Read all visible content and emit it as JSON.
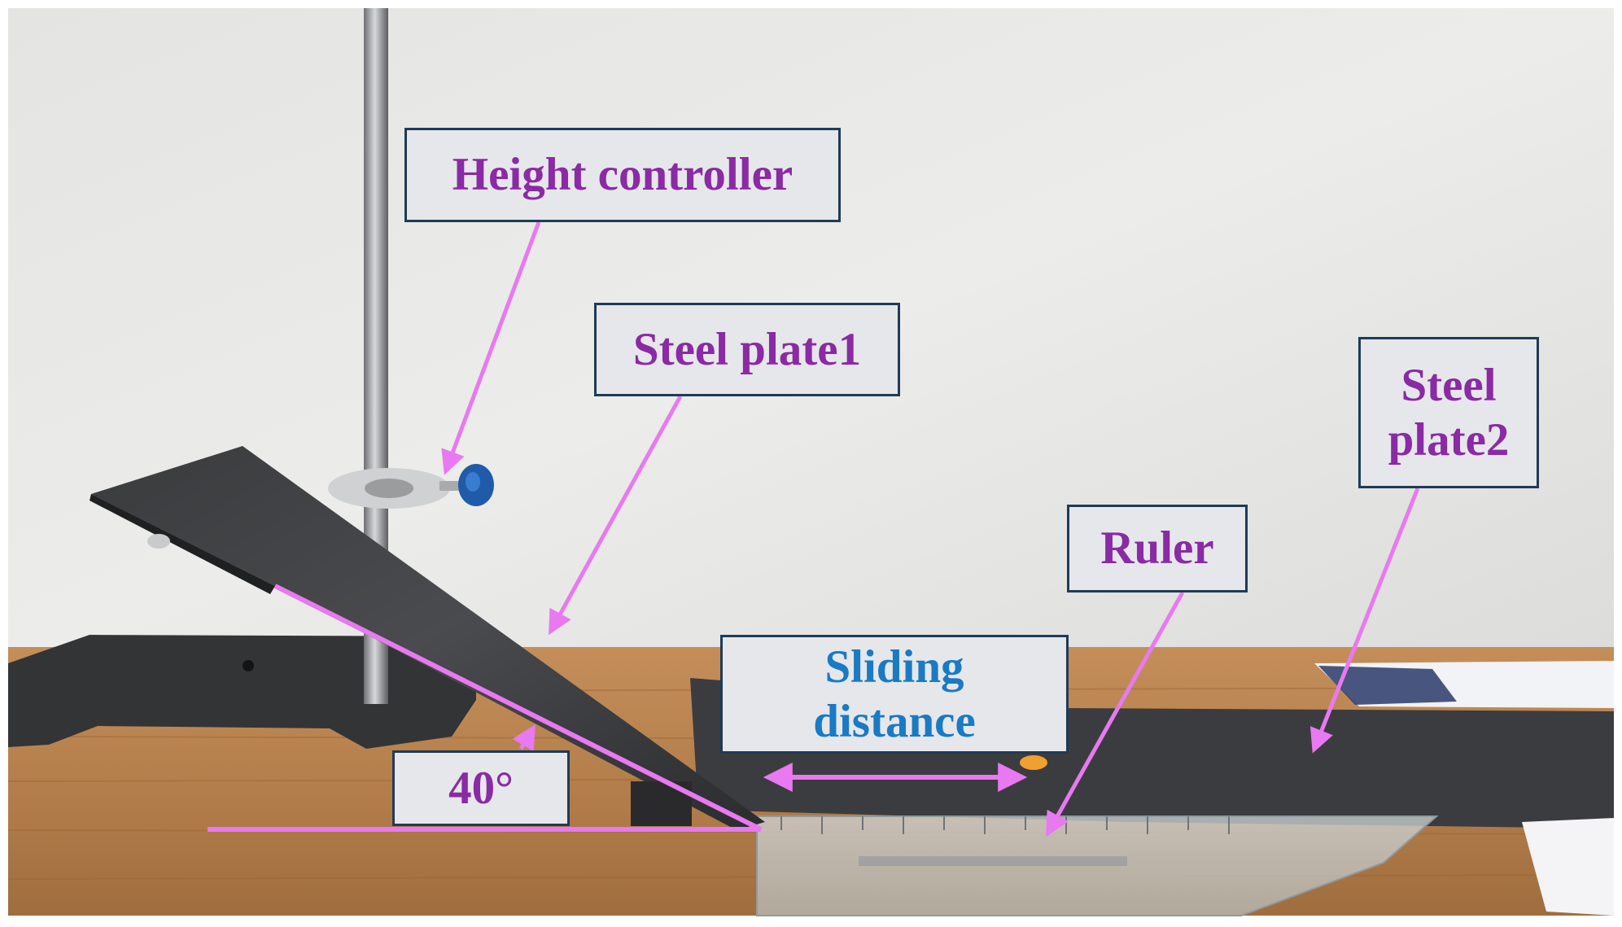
{
  "labels": {
    "height_controller": "Height controller",
    "steel_plate1": "Steel plate1",
    "steel_plate2_line1": "Steel",
    "steel_plate2_line2": "plate2",
    "ruler": "Ruler",
    "sliding_line1": "Sliding",
    "sliding_line2": "distance",
    "angle": "40°"
  },
  "colors": {
    "label_text": "#8a2aa5",
    "sliding_text": "#1a7ac4",
    "arrow": "#e879f0",
    "label_border": "#1f3b57",
    "label_fill": "#e6e7ea"
  },
  "measurements": {
    "incline_angle_deg": 40
  }
}
